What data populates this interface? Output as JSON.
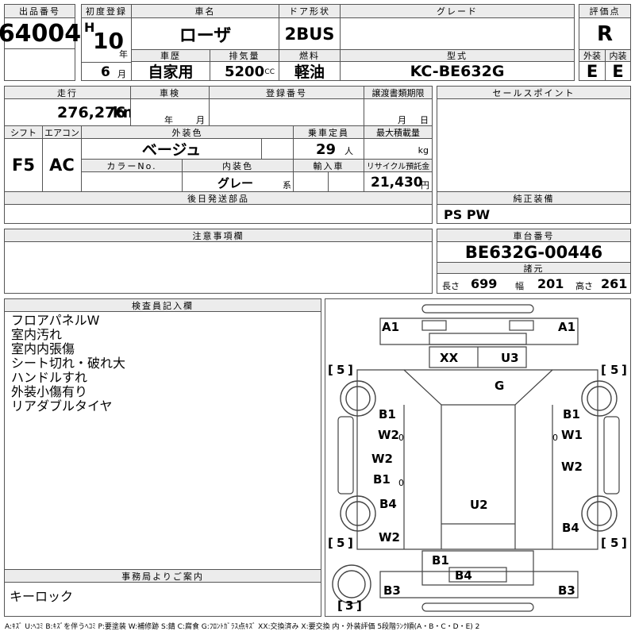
{
  "header": {
    "lot_no_label": "出品番号",
    "lot_no": "64004",
    "first_reg_label": "初度登録",
    "era": "H",
    "year": "10",
    "year_unit": "年",
    "month": "6",
    "month_unit": "月",
    "car_name_label": "車名",
    "car_name": "ローザ",
    "door_label": "ドア形状",
    "door": "2BUS",
    "grade_label": "グレード",
    "grade": "",
    "score_label": "評価点",
    "score": "R",
    "ext_label": "外装",
    "ext": "E",
    "int_label": "内装",
    "int": "E",
    "history_label": "車歴",
    "history": "自家用",
    "displacement_label": "排気量",
    "displacement": "5200",
    "displacement_unit": "CC",
    "fuel_label": "燃料",
    "fuel": "軽油",
    "model_label": "型式",
    "model": "KC-BE632G"
  },
  "specs": {
    "mileage_label": "走行",
    "mileage": "276,276",
    "mileage_unit": "km",
    "inspection_label": "車検",
    "year_unit": "年",
    "month_unit": "月",
    "reg_no_label": "登録番号",
    "transfer_label": "譲渡書類期限",
    "day_unit": "日",
    "shift_label": "シフト",
    "shift": "F5",
    "ac_label": "エアコン",
    "ac": "AC",
    "ext_color_label": "外装色",
    "ext_color": "ベージュ",
    "capacity_label": "乗車定員",
    "capacity": "29",
    "capacity_unit": "人",
    "load_label": "最大積載量",
    "load_unit": "kg",
    "color_no_label": "カラーNo.",
    "int_color_label": "内装色",
    "int_color": "グレー",
    "int_color_unit": "系",
    "import_label": "輸入車",
    "recycle_label": "リサイクル預託金",
    "recycle": "21,430",
    "recycle_unit": "円",
    "later_parts_label": "後日発送部品",
    "notes_label": "注意事項欄"
  },
  "side": {
    "sales_label": "セールスポイント",
    "equipment_label": "純正装備",
    "equipment": "PS PW",
    "chassis_label": "車台番号",
    "chassis": "BE632G-00446",
    "dims_label": "諸元",
    "length_label": "長さ",
    "length": "699",
    "width_label": "幅",
    "width": "201",
    "height_label": "高さ",
    "height": "261"
  },
  "inspector": {
    "title": "検査員記入欄",
    "lines": [
      "フロアパネルW",
      "室内汚れ",
      "室内内張傷",
      "シート切れ・破れ大",
      "ハンドルすれ",
      "外装小傷有り",
      "リアダブルタイヤ"
    ]
  },
  "office": {
    "title": "事務局よりご案内",
    "text": "キーロック"
  },
  "diagram": {
    "front_left": "A1",
    "front_right": "A1",
    "windshield_left": "XX",
    "windshield_right": "U3",
    "hood": "G",
    "tire_fl": "5",
    "tire_fr": "5",
    "tire_rl": "5",
    "tire_rr": "5",
    "spare": "3",
    "l_b1_top": "B1",
    "l_w2_top": "W2",
    "l_w2_mid": "W2",
    "l_b1_mid": "B1",
    "l_b4": "B4",
    "l_w2_bot": "W2",
    "r_b1_top": "B1",
    "r_w1": "W1",
    "r_w2": "W2",
    "r_b4": "B4",
    "roof": "U2",
    "rear_b1": "B1",
    "rear_b4": "B4",
    "rear_left": "B3",
    "rear_right": "B3",
    "small_0": "0"
  },
  "footer": {
    "legend": "A:ｷｽﾞ U:ﾍｺﾐ B:ｷｽﾞを伴うﾍｺﾐ P:要塗装 W:補修跡 S:錆 C:腐食 G:ﾌﾛﾝﾄｶﾞﾗｽ点ｷｽﾞ XX:交換済み X:要交換 内・外装評価 5段階ﾗﾝｸ順(A・B・C・D・E) 2"
  }
}
